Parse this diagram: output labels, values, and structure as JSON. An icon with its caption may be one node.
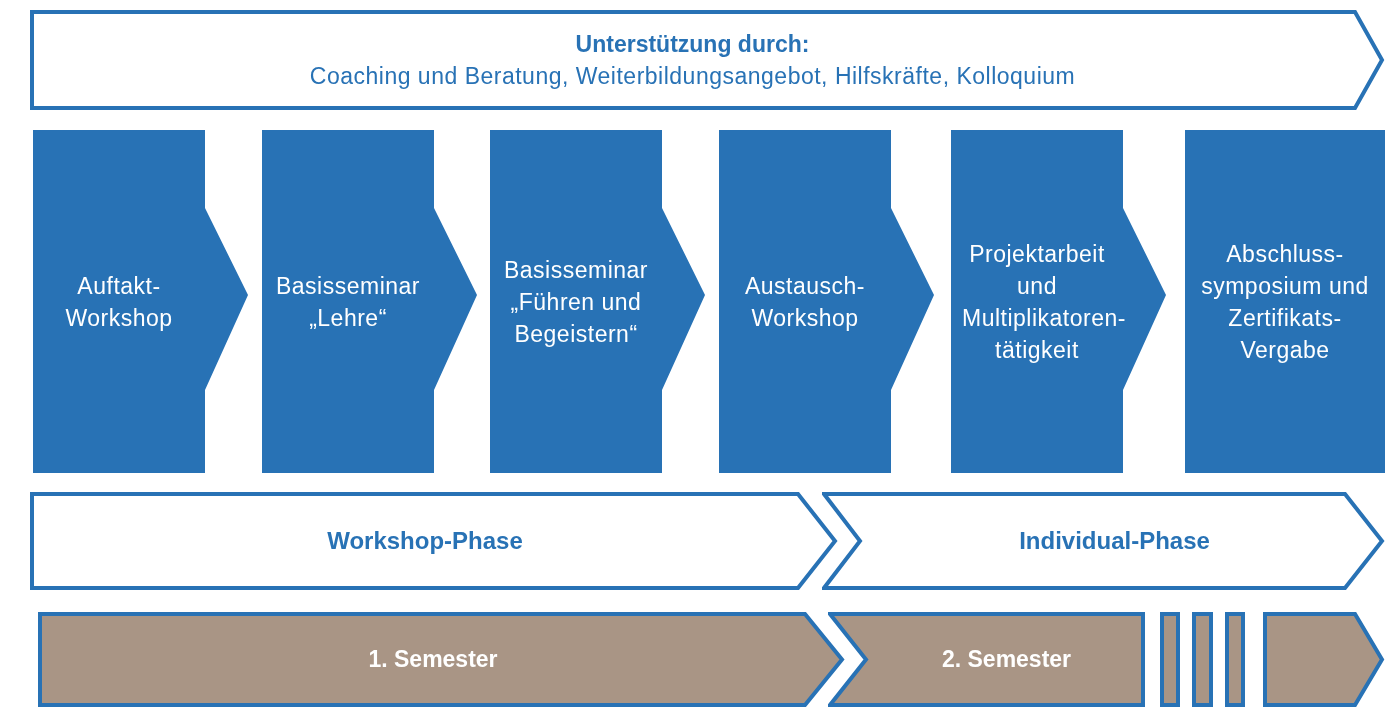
{
  "diagram": {
    "nodes": [
      {
        "text": [
          "Unterstützung durch:",
          "Coaching und Beratung, Weiterbildungsangebot, Hilfskräfte, Kolloquium"
        ]
      },
      {
        "text": [
          "Auftakt-Workshop"
        ]
      },
      {
        "text": [
          "Basisseminar „Lehre“"
        ]
      },
      {
        "text": [
          "Basisseminar „Führen und Begeistern“"
        ]
      },
      {
        "text": [
          "Austausch-Workshop"
        ]
      },
      {
        "text": [
          "Projektarbeit und Multiplikatoren-tätigkeit"
        ]
      },
      {
        "text": [
          "Abschluss-symposium und Zertifikats-Vergabe"
        ]
      },
      {
        "text": [
          "Workshop-Phase"
        ]
      },
      {
        "text": [
          "Individual-Phase"
        ]
      },
      {
        "text": [
          "1. Semester"
        ]
      },
      {
        "text": [
          "2. Semester"
        ]
      },
      {
        "text": [],
        "shape": "bar"
      },
      {
        "text": [],
        "shape": "bar"
      },
      {
        "text": [],
        "shape": "bar"
      },
      {
        "text": [],
        "shape": "box"
      }
    ],
    "edges": []
  }
}
